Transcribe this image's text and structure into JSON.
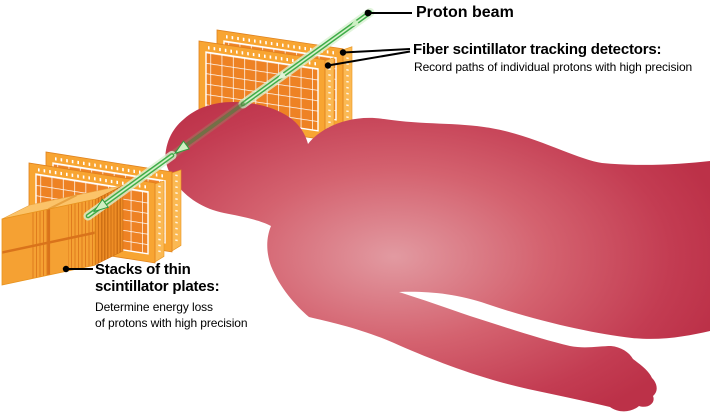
{
  "figure": {
    "type": "medical-physics-diagram",
    "subject": "proton-beam imaging of a patient lying down"
  },
  "labels": {
    "proton_beam": {
      "text": "Proton beam"
    },
    "fiber": {
      "heading": "Fiber scintillator tracking detectors:",
      "description": "Record paths of individual protons with high precision"
    },
    "stacks": {
      "heading_lines": [
        "Stacks of thin",
        "scintillator plates:"
      ],
      "description_lines": [
        "Determine energy loss",
        "of protons with high precision"
      ]
    }
  },
  "colors": {
    "background": "#FFFFFF",
    "text": "#000000",
    "beam_green": "#3CAB47",
    "beam_core_light": "#A8E09E",
    "beam_glow": "#D9F1D2",
    "panel_frame_orange": "#F8A532",
    "panel_grid_orange": "#EE8224",
    "panel_side_strip": "#FBB953",
    "grid_lines": "#FFFFFF",
    "stack_front": "#F5A133",
    "stack_top": "#FBC369",
    "stack_plate_dark": "#E07C1E",
    "body_edge_red": "#C23A50",
    "body_center_pink": "#E29AA1"
  }
}
